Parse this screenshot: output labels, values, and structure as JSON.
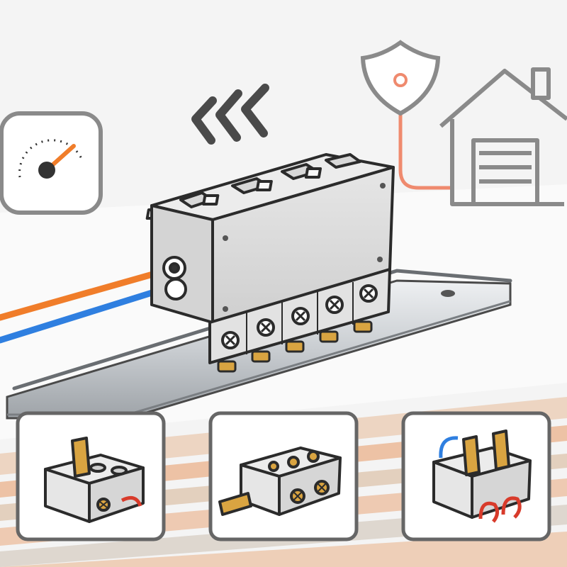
{
  "colors": {
    "background": "#f4f4f4",
    "floor_top": "#eeeeee",
    "stripe_orange": "#e8a070",
    "stripe_warm": "#d7b89a",
    "icon_gray": "#8a8a8a",
    "accent_orange": "#f07d2a",
    "salmon_line": "#ef8a6e",
    "wire_orange": "#f07d2a",
    "wire_blue": "#2f7fe0",
    "wire_red": "#d83b2b",
    "block_body": "#dedede",
    "block_outline": "#2b2b2b",
    "brass": "#d9a441",
    "rail_metal": "#c9cdd1",
    "card_border": "#666666",
    "card_fill": "#ffffff"
  },
  "icons": {
    "gauge": "gauge-icon",
    "signal": "signal-chevrons-icon",
    "shield": "shield-icon",
    "house": "house-garage-icon"
  },
  "block": {
    "module_count": 5,
    "screw_terminals": 5,
    "wires": [
      "orange",
      "blue"
    ]
  },
  "cards": [
    {
      "icon": "block-single-tab-icon",
      "description_free": true
    },
    {
      "icon": "block-side-tab-icon",
      "description_free": true
    },
    {
      "icon": "block-double-tab-icon",
      "description_free": true
    }
  ]
}
